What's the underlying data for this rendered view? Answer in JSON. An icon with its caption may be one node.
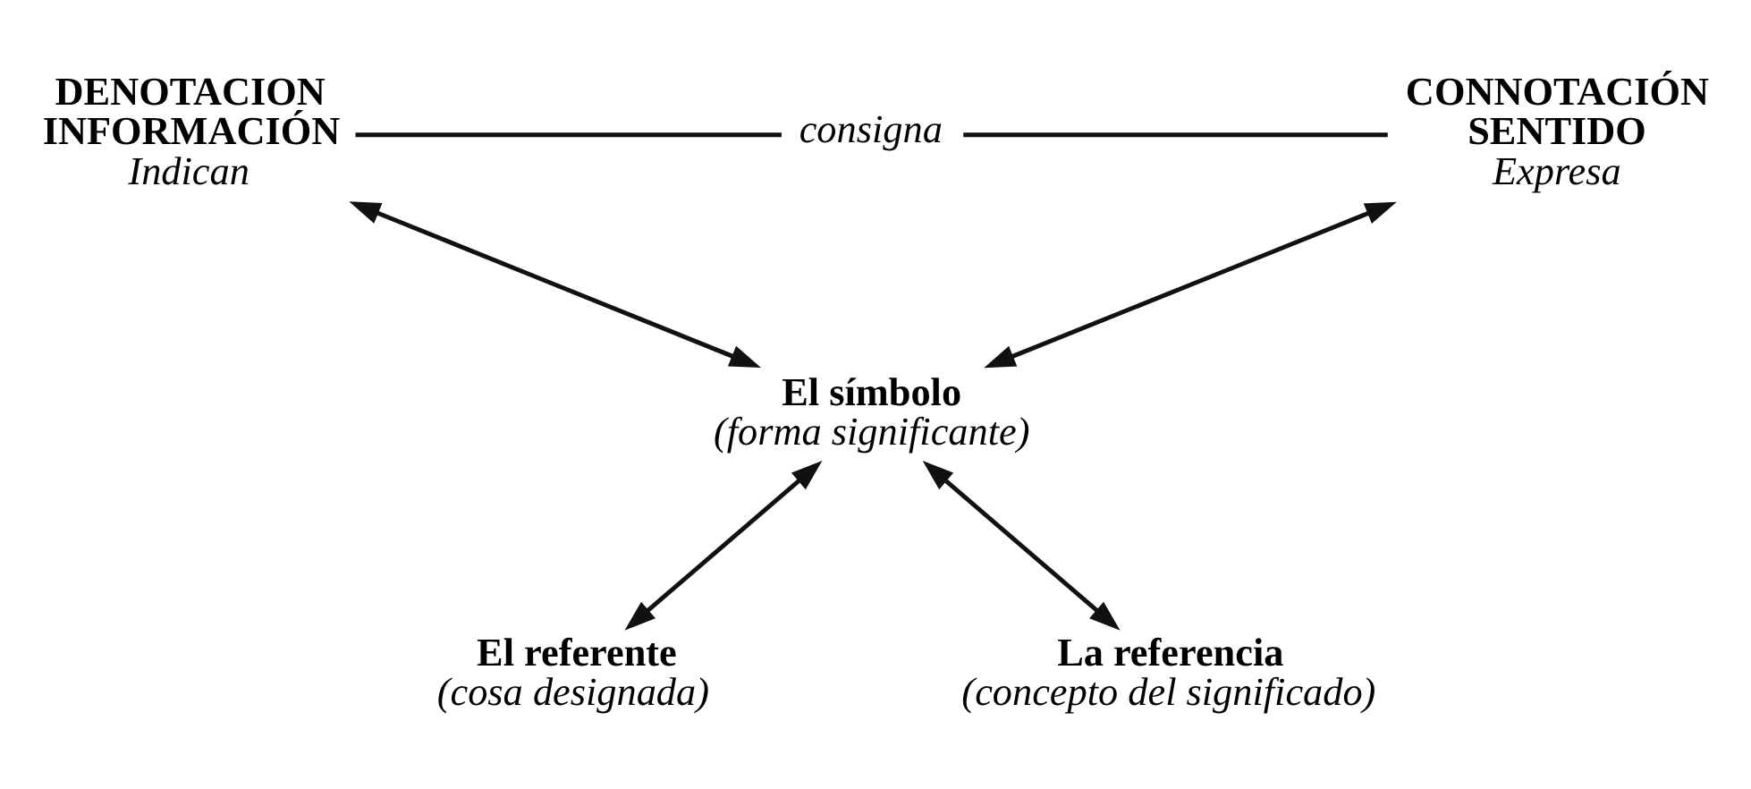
{
  "diagram": {
    "nodes": [
      {
        "text": [
          "DENOTACION INFORMACIÓN",
          "Indican"
        ]
      },
      {
        "text": [
          "consigna"
        ]
      },
      {
        "text": [
          "CONNOTACIÓN SENTIDO",
          "Expresa"
        ]
      },
      {
        "text": [
          "El símbolo",
          "(forma significante)"
        ]
      },
      {
        "text": [
          "El referente",
          "(cosa designada)"
        ]
      },
      {
        "text": [
          "La referencia",
          "(concepto del significado)"
        ]
      }
    ],
    "edges": [
      {
        "from": 0,
        "to": 1,
        "arrow": "none"
      },
      {
        "from": 1,
        "to": 2,
        "arrow": "none"
      },
      {
        "from": 0,
        "to": 3,
        "arrow": "both"
      },
      {
        "from": 2,
        "to": 3,
        "arrow": "both"
      },
      {
        "from": 3,
        "to": 4,
        "arrow": "both"
      },
      {
        "from": 3,
        "to": 5,
        "arrow": "both"
      }
    ]
  }
}
